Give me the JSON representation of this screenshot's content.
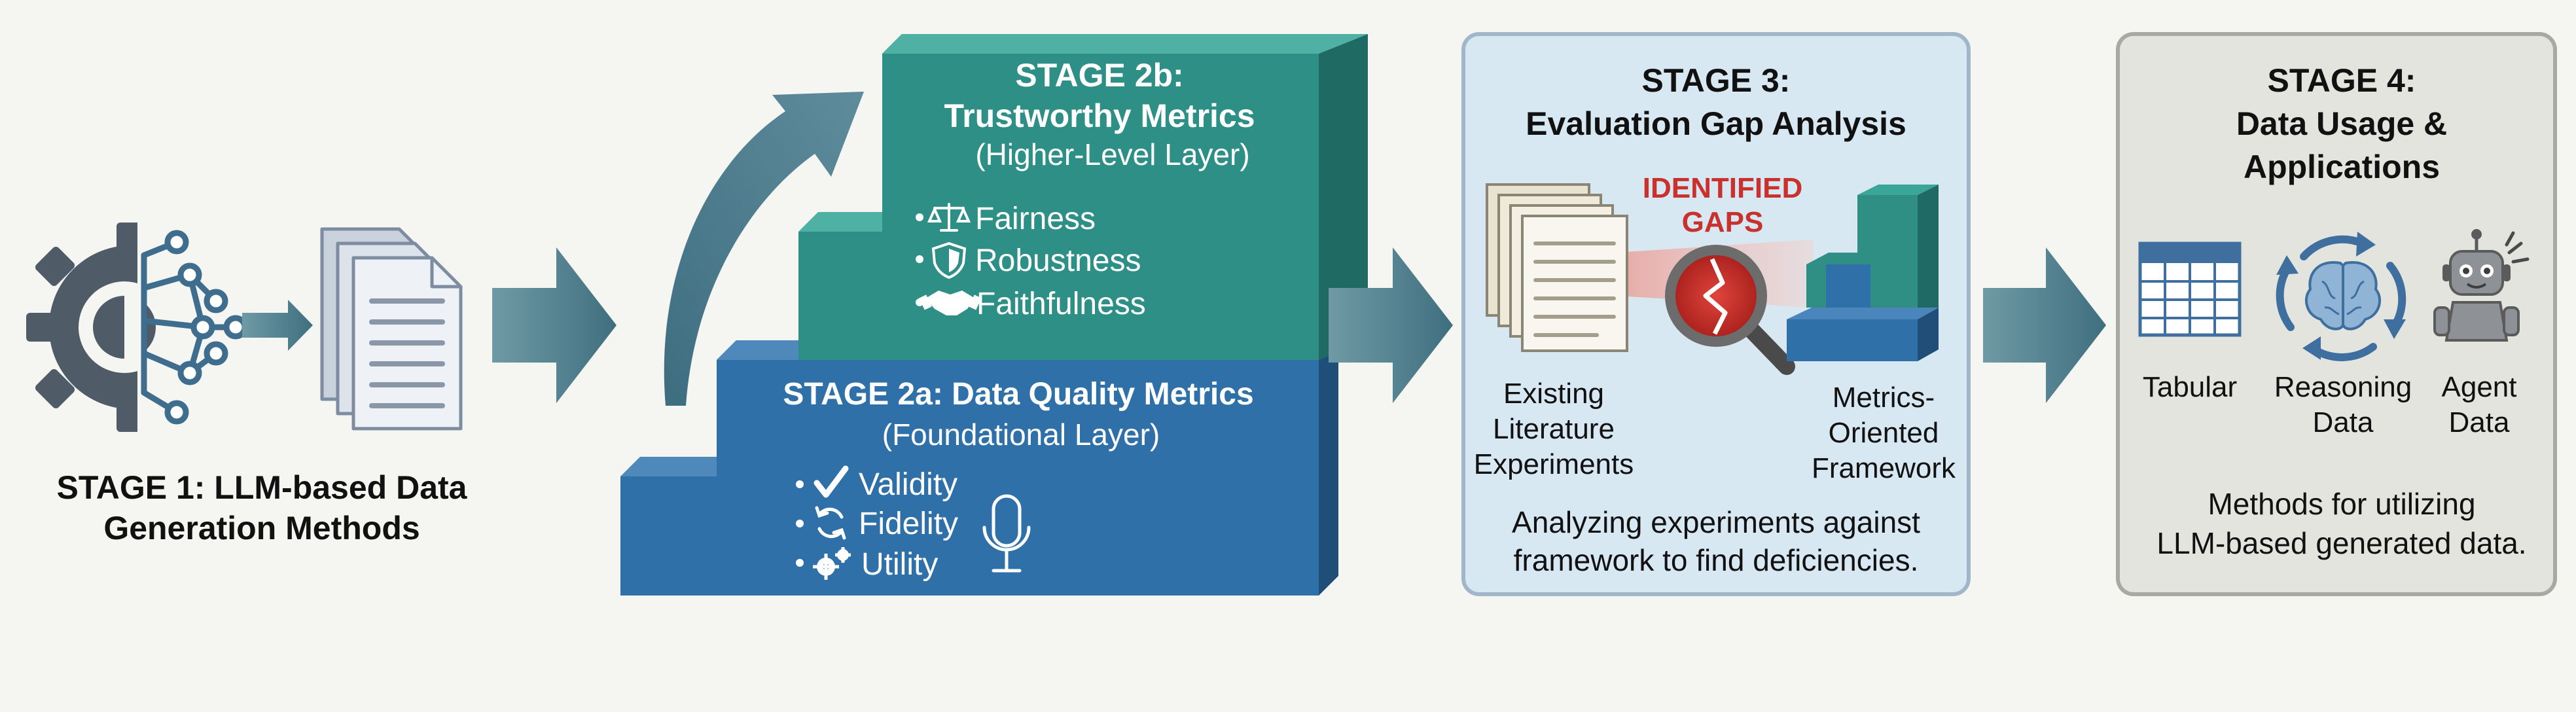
{
  "colors": {
    "background": "#f5f5f2",
    "arrow": "#4f7f8d",
    "stage2b_front": "#2e8f86",
    "stage2a_front": "#2f70a8",
    "stage3_panel": "#d8e8f3",
    "stage4_panel": "#e4e4df",
    "gap_red": "#c8312c"
  },
  "stage1": {
    "title_line1": "STAGE 1: LLM-based Data",
    "title_line2": "Generation Methods",
    "icons": [
      "gear-brain-network-icon",
      "documents-icon"
    ]
  },
  "stage2b": {
    "title": "STAGE 2b:",
    "subtitle": "Trustworthy Metrics",
    "layer": "(Higher-Level Layer)",
    "items": [
      {
        "icon": "scales-icon",
        "label": "Fairness"
      },
      {
        "icon": "shield-icon",
        "label": "Robustness"
      },
      {
        "icon": "handshake-icon",
        "label": "Faithfulness"
      }
    ]
  },
  "stage2a": {
    "title": "STAGE 2a: Data Quality Metrics",
    "layer": "(Foundational Layer)",
    "items": [
      {
        "icon": "check-icon",
        "label": "Validity"
      },
      {
        "icon": "refresh-icon",
        "label": "Fidelity"
      },
      {
        "icon": "gears-icon",
        "label": "Utility"
      }
    ],
    "extra_icon": "microphone-icon"
  },
  "stage3": {
    "title": "STAGE 3:",
    "subtitle": "Evaluation Gap Analysis",
    "gap_line1": "IDENTIFIED",
    "gap_line2": "GAPS",
    "left_label": [
      "Existing",
      "Literature",
      "Experiments"
    ],
    "right_label": [
      "Metrics-",
      "Oriented",
      "Framework"
    ],
    "footer": [
      "Analyzing experiments against",
      "framework to find deficiencies."
    ]
  },
  "stage4": {
    "title": "STAGE 4:",
    "subtitle_line1": "Data Usage &",
    "subtitle_line2": "Applications",
    "items": [
      {
        "icon": "table-icon",
        "label": [
          "Tabular"
        ]
      },
      {
        "icon": "brain-cycle-icon",
        "label": [
          "Reasoning",
          "Data"
        ]
      },
      {
        "icon": "robot-icon",
        "label": [
          "Agent",
          "Data"
        ]
      }
    ],
    "footer": [
      "Methods for utilizing",
      "LLM-based generated data."
    ]
  }
}
